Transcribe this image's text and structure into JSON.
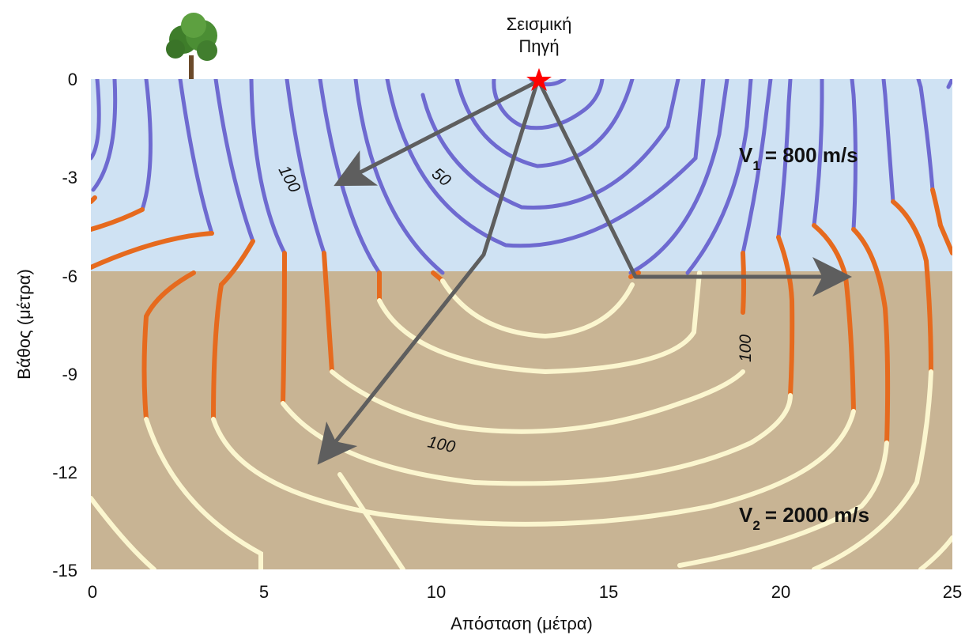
{
  "x_axis": {
    "label": "Απόσταση (μέτρα)",
    "ticks": [
      "0",
      "5",
      "10",
      "15",
      "20",
      "25"
    ]
  },
  "y_axis": {
    "label": "Βάθος (μέτρα)",
    "ticks": [
      "0",
      "-3",
      "-6",
      "-9",
      "-12",
      "-15"
    ]
  },
  "source": {
    "line1": "Σεισμική",
    "line2": "Πηγή"
  },
  "layers": {
    "upper": {
      "sub": "1",
      "value": "= 800 m/s",
      "color": "#cfe2f3"
    },
    "lower": {
      "sub": "2",
      "value": "= 2000 m/s",
      "color": "#c8b494"
    }
  },
  "contour_labels": {
    "c50": "50",
    "c100_upper": "100",
    "c100_lower_right": "100",
    "c100_lower_center": "100"
  },
  "colors": {
    "upper_wavefronts": "#6e6ad0",
    "head_waves": "#e66a1e",
    "lower_wavefronts": "#fbf6cf",
    "rays": "#5e5e5e",
    "source_star": "#ff0000"
  }
}
